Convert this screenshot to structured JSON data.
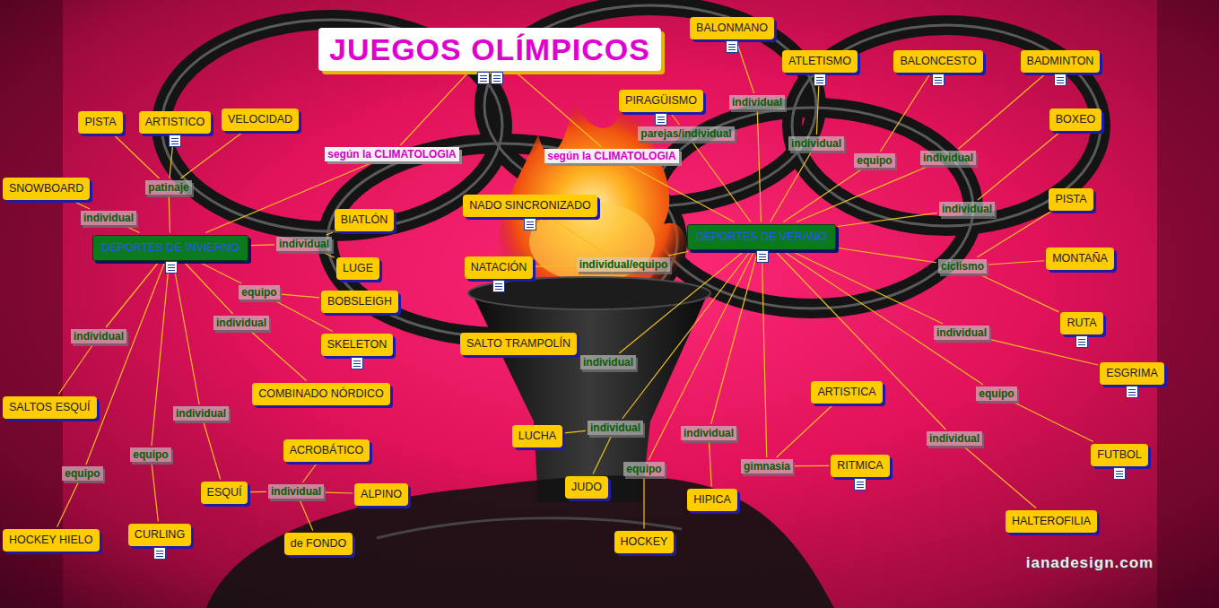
{
  "diagram": {
    "nodes": [
      {
        "text": [
          "JUEGOS OLÍMPICOS"
        ]
      },
      {
        "text": [
          "según la CLIMATOLOGIA"
        ]
      },
      {
        "text": [
          "según la CLIMATOLOGIA"
        ]
      },
      {
        "text": [
          "PISTA"
        ]
      },
      {
        "text": [
          "ARTISTICO"
        ]
      },
      {
        "text": [
          "VELOCIDAD"
        ]
      },
      {
        "text": [
          "patinaje"
        ]
      },
      {
        "text": [
          "SNOWBOARD"
        ]
      },
      {
        "text": [
          "individual"
        ]
      },
      {
        "text": [
          "DEPORTES DE INVIERNO"
        ]
      },
      {
        "text": [
          "BIATLÓN"
        ]
      },
      {
        "text": [
          "individual"
        ]
      },
      {
        "text": [
          "LUGE"
        ]
      },
      {
        "text": [
          "equipo"
        ]
      },
      {
        "text": [
          "BOBSLEIGH"
        ]
      },
      {
        "text": [
          "individual"
        ]
      },
      {
        "text": [
          "SKELETON"
        ]
      },
      {
        "text": [
          "individual"
        ]
      },
      {
        "text": [
          "COMBINADO NÓRDICO"
        ]
      },
      {
        "text": [
          "SALTOS ESQUÍ"
        ]
      },
      {
        "text": [
          "individual"
        ]
      },
      {
        "text": [
          "ACROBÁTICO"
        ]
      },
      {
        "text": [
          "equipo"
        ]
      },
      {
        "text": [
          "equipo"
        ]
      },
      {
        "text": [
          "ESQUÍ"
        ]
      },
      {
        "text": [
          "individual"
        ]
      },
      {
        "text": [
          "ALPINO"
        ]
      },
      {
        "text": [
          "CURLING"
        ]
      },
      {
        "text": [
          "HOCKEY HIELO"
        ]
      },
      {
        "text": [
          "de FONDO"
        ]
      },
      {
        "text": [
          "BALONMANO"
        ]
      },
      {
        "text": [
          "ATLETISMO"
        ]
      },
      {
        "text": [
          "BALONCESTO"
        ]
      },
      {
        "text": [
          "BADMINTON"
        ]
      },
      {
        "text": [
          "PIRAGÜISMO"
        ]
      },
      {
        "text": [
          "individual"
        ]
      },
      {
        "text": [
          "BOXEO"
        ]
      },
      {
        "text": [
          "parejas/individual"
        ]
      },
      {
        "text": [
          "individual"
        ]
      },
      {
        "text": [
          "individual"
        ]
      },
      {
        "text": [
          "equipo"
        ]
      },
      {
        "text": [
          "NADO SINCRONIZADO"
        ]
      },
      {
        "text": [
          "PISTA"
        ]
      },
      {
        "text": [
          "individual"
        ]
      },
      {
        "text": [
          "DEPORTES DE VERANO"
        ]
      },
      {
        "text": [
          "MONTAÑA"
        ]
      },
      {
        "text": [
          "NATACIÓN"
        ]
      },
      {
        "text": [
          "individual/equipo"
        ]
      },
      {
        "text": [
          "ciclismo"
        ]
      },
      {
        "text": [
          "RUTA"
        ]
      },
      {
        "text": [
          "individual"
        ]
      },
      {
        "text": [
          "SALTO TRAMPOLÍN"
        ]
      },
      {
        "text": [
          "individual"
        ]
      },
      {
        "text": [
          "ESGRIMA"
        ]
      },
      {
        "text": [
          "ARTISTICA"
        ]
      },
      {
        "text": [
          "equipo"
        ]
      },
      {
        "text": [
          "individual"
        ]
      },
      {
        "text": [
          "individual"
        ]
      },
      {
        "text": [
          "LUCHA"
        ]
      },
      {
        "text": [
          "individual"
        ]
      },
      {
        "text": [
          "FUTBOL"
        ]
      },
      {
        "text": [
          "RITMICA"
        ]
      },
      {
        "text": [
          "gimnasia"
        ]
      },
      {
        "text": [
          "equipo"
        ]
      },
      {
        "text": [
          "JUDO"
        ]
      },
      {
        "text": [
          "HIPICA"
        ]
      },
      {
        "text": [
          "HALTEROFILIA"
        ]
      },
      {
        "text": [
          "HOCKEY"
        ]
      }
    ],
    "edges": [
      {
        "from": 0,
        "to": 1,
        "arrow": "none"
      },
      {
        "from": 0,
        "to": 2,
        "arrow": "none"
      },
      {
        "from": 1,
        "to": 9,
        "arrow": "none"
      },
      {
        "from": 2,
        "to": 44,
        "arrow": "none"
      },
      {
        "from": 9,
        "to": 6,
        "arrow": "none"
      },
      {
        "from": 6,
        "to": 3,
        "arrow": "none"
      },
      {
        "from": 6,
        "to": 4,
        "arrow": "none"
      },
      {
        "from": 6,
        "to": 5,
        "arrow": "none"
      },
      {
        "from": 9,
        "to": 8,
        "arrow": "none"
      },
      {
        "from": 8,
        "to": 7,
        "arrow": "none"
      },
      {
        "from": 9,
        "to": 11,
        "arrow": "none"
      },
      {
        "from": 11,
        "to": 10,
        "arrow": "none"
      },
      {
        "from": 11,
        "to": 12,
        "arrow": "none"
      },
      {
        "from": 9,
        "to": 13,
        "arrow": "none"
      },
      {
        "from": 13,
        "to": 14,
        "arrow": "none"
      },
      {
        "from": 13,
        "to": 16,
        "arrow": "none"
      },
      {
        "from": 9,
        "to": 15,
        "arrow": "none"
      },
      {
        "from": 15,
        "to": 18,
        "arrow": "none"
      },
      {
        "from": 9,
        "to": 17,
        "arrow": "none"
      },
      {
        "from": 17,
        "to": 19,
        "arrow": "none"
      },
      {
        "from": 9,
        "to": 20,
        "arrow": "none"
      },
      {
        "from": 20,
        "to": 24,
        "arrow": "none"
      },
      {
        "from": 24,
        "to": 25,
        "arrow": "none"
      },
      {
        "from": 25,
        "to": 21,
        "arrow": "none"
      },
      {
        "from": 25,
        "to": 26,
        "arrow": "none"
      },
      {
        "from": 25,
        "to": 29,
        "arrow": "none"
      },
      {
        "from": 9,
        "to": 23,
        "arrow": "none"
      },
      {
        "from": 23,
        "to": 28,
        "arrow": "none"
      },
      {
        "from": 9,
        "to": 22,
        "arrow": "none"
      },
      {
        "from": 22,
        "to": 27,
        "arrow": "none"
      },
      {
        "from": 44,
        "to": 35,
        "arrow": "none"
      },
      {
        "from": 35,
        "to": 30,
        "arrow": "none"
      },
      {
        "from": 44,
        "to": 37,
        "arrow": "none"
      },
      {
        "from": 37,
        "to": 34,
        "arrow": "none"
      },
      {
        "from": 44,
        "to": 38,
        "arrow": "none"
      },
      {
        "from": 38,
        "to": 31,
        "arrow": "none"
      },
      {
        "from": 44,
        "to": 40,
        "arrow": "none"
      },
      {
        "from": 40,
        "to": 32,
        "arrow": "none"
      },
      {
        "from": 44,
        "to": 39,
        "arrow": "none"
      },
      {
        "from": 39,
        "to": 33,
        "arrow": "none"
      },
      {
        "from": 44,
        "to": 43,
        "arrow": "none"
      },
      {
        "from": 43,
        "to": 36,
        "arrow": "none"
      },
      {
        "from": 44,
        "to": 48,
        "arrow": "none"
      },
      {
        "from": 48,
        "to": 42,
        "arrow": "none"
      },
      {
        "from": 48,
        "to": 45,
        "arrow": "none"
      },
      {
        "from": 48,
        "to": 49,
        "arrow": "none"
      },
      {
        "from": 44,
        "to": 50,
        "arrow": "none"
      },
      {
        "from": 50,
        "to": 53,
        "arrow": "none"
      },
      {
        "from": 44,
        "to": 55,
        "arrow": "none"
      },
      {
        "from": 55,
        "to": 60,
        "arrow": "none"
      },
      {
        "from": 44,
        "to": 59,
        "arrow": "none"
      },
      {
        "from": 59,
        "to": 66,
        "arrow": "none"
      },
      {
        "from": 44,
        "to": 62,
        "arrow": "none"
      },
      {
        "from": 62,
        "to": 54,
        "arrow": "none"
      },
      {
        "from": 62,
        "to": 61,
        "arrow": "none"
      },
      {
        "from": 44,
        "to": 57,
        "arrow": "none"
      },
      {
        "from": 57,
        "to": 65,
        "arrow": "none"
      },
      {
        "from": 44,
        "to": 63,
        "arrow": "none"
      },
      {
        "from": 63,
        "to": 67,
        "arrow": "none"
      },
      {
        "from": 44,
        "to": 52,
        "arrow": "none"
      },
      {
        "from": 52,
        "to": 51,
        "arrow": "none"
      },
      {
        "from": 44,
        "to": 56,
        "arrow": "none"
      },
      {
        "from": 56,
        "to": 58,
        "arrow": "none"
      },
      {
        "from": 56,
        "to": 64,
        "arrow": "none"
      },
      {
        "from": 44,
        "to": 47,
        "arrow": "none"
      },
      {
        "from": 47,
        "to": 46,
        "arrow": "none"
      },
      {
        "from": 47,
        "to": 41,
        "arrow": "none"
      }
    ],
    "labels": [
      "ianadesign.com"
    ]
  }
}
